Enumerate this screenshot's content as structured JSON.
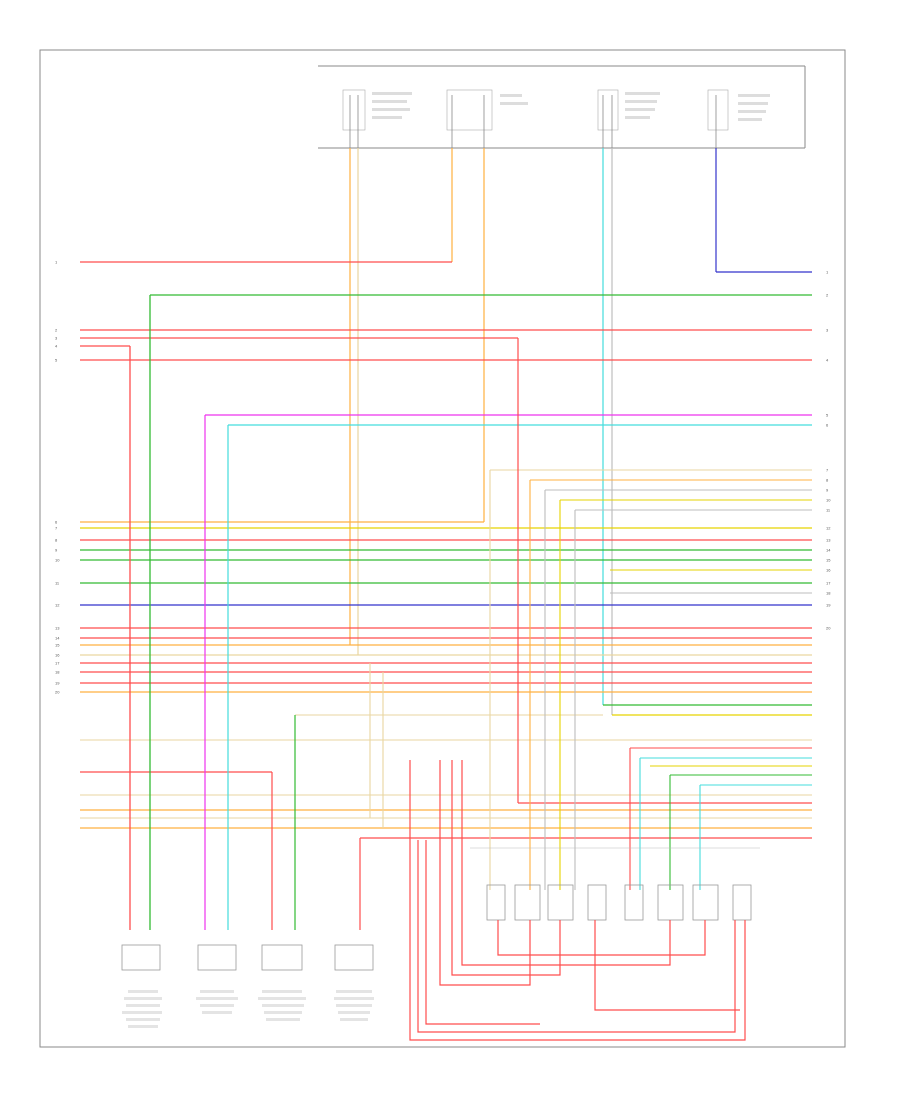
{
  "diagram": {
    "pcm_box_title": "",
    "left_numbers": [
      "1",
      "2",
      "3",
      "4",
      "5",
      "6",
      "7",
      "8",
      "9",
      "10",
      "11",
      "12",
      "13",
      "14",
      "15",
      "16",
      "17",
      "18",
      "19",
      "20"
    ],
    "right_numbers": [
      "1",
      "2",
      "3",
      "4",
      "5",
      "6",
      "7",
      "8",
      "9",
      "10",
      "11",
      "12",
      "13",
      "14",
      "15",
      "16",
      "17",
      "18",
      "19",
      "20"
    ],
    "footer_code": "",
    "colors": {
      "red": "#ff4d4d",
      "orange": "#ffb040",
      "yellow": "#e6d300",
      "green": "#33bb33",
      "blue": "#3333cc",
      "cyan": "#44dddd",
      "magenta": "#ee33ee",
      "gray": "#bdbdbd",
      "tan": "#e9d6a0",
      "frame": "#8a8a8a"
    }
  }
}
